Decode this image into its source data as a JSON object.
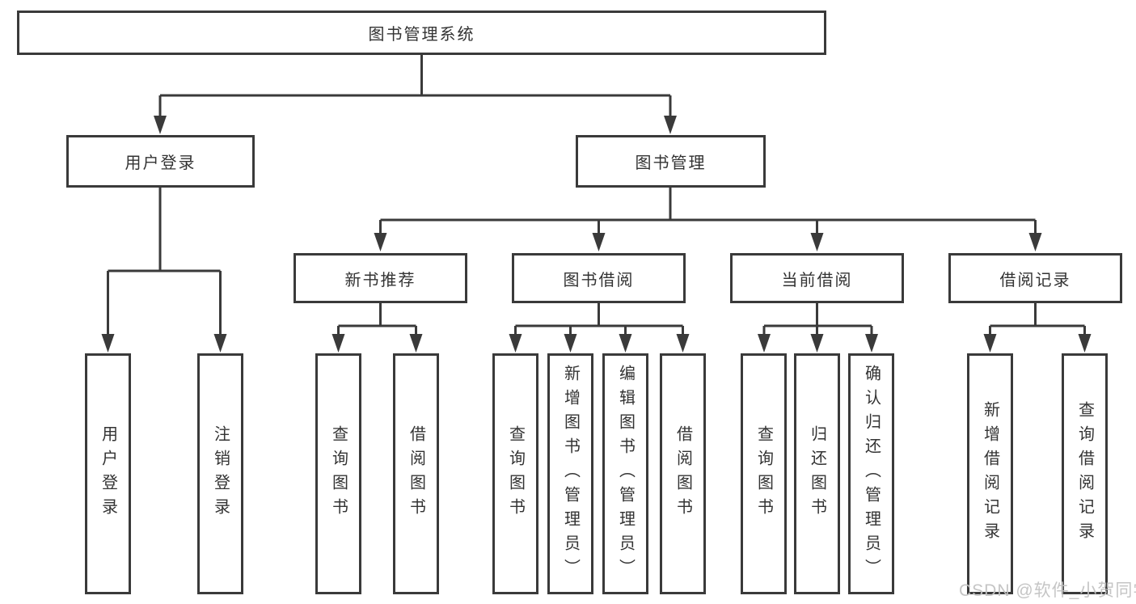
{
  "watermark": {
    "text": "CSDN @软件_小贺同学"
  },
  "colors": {
    "line": "#3a3a3a",
    "text": "#333333",
    "box_background": "#ffffff",
    "watermark": "#c2c2c2",
    "page_background": "#ffffff"
  },
  "tree": {
    "root": {
      "label": "图书管理系统"
    },
    "children": [
      {
        "label": "用户登录",
        "children": [
          {
            "label": "用户登录"
          },
          {
            "label": "注销登录"
          }
        ]
      },
      {
        "label": "图书管理",
        "children": [
          {
            "label": "新书推荐",
            "children": [
              {
                "label": "查询图书"
              },
              {
                "label": "借阅图书"
              }
            ]
          },
          {
            "label": "图书借阅",
            "children": [
              {
                "label": "查询图书"
              },
              {
                "label": "新增图书（管理员）"
              },
              {
                "label": "编辑图书（管理员）"
              },
              {
                "label": "借阅图书"
              }
            ]
          },
          {
            "label": "当前借阅",
            "children": [
              {
                "label": "查询图书"
              },
              {
                "label": "归还图书"
              },
              {
                "label": "确认归还（管理员）"
              }
            ]
          },
          {
            "label": "借阅记录",
            "children": [
              {
                "label": "新增借阅记录"
              },
              {
                "label": "查询借阅记录"
              }
            ]
          }
        ]
      }
    ]
  }
}
